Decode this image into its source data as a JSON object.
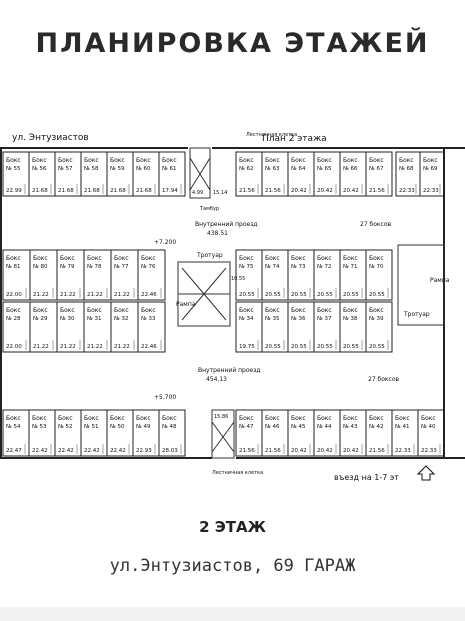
{
  "title": "ПЛАНИРОВКА ЭТАЖЕЙ",
  "street_label": "ул. Энтузиастов",
  "plan_label": "План 2 этажа",
  "stair_label": "Лестничная клетка",
  "tambur_label": "Тамбур",
  "passage_label": "Внутренний проезд",
  "passage_area_top": "438.51",
  "passage_area_bottom": "454.13",
  "boxes_27": "27 боксов",
  "level_top": "+7.200",
  "level_bottom": "+5.700",
  "sidewalk_label": "Тротуар",
  "ramp_label": "Рампа",
  "entrance_label": "въезд на 1-7 эт",
  "box_word": "Бокс",
  "misc_values": {
    "stair_top_a": "4.99",
    "stair_top_b": "15.14",
    "stair_bottom": "15.86",
    "ramp_value": "10.55"
  },
  "boxes": {
    "row1": [
      {
        "num": "№ 55",
        "area": "22.99"
      },
      {
        "num": "№ 56",
        "area": "21.68"
      },
      {
        "num": "№ 57",
        "area": "21.68"
      },
      {
        "num": "№ 58",
        "area": "21.68"
      },
      {
        "num": "№ 59",
        "area": "21.68"
      },
      {
        "num": "№ 60",
        "area": "21.68"
      },
      {
        "num": "№ 61",
        "area": "17.94"
      },
      {
        "num": "№ 62",
        "area": "21.56"
      },
      {
        "num": "№ 63",
        "area": "21.56"
      },
      {
        "num": "№ 64",
        "area": "20.42"
      },
      {
        "num": "№ 65",
        "area": "20.42"
      },
      {
        "num": "№ 66",
        "area": "20.42"
      },
      {
        "num": "№ 67",
        "area": "21.56"
      },
      {
        "num": "№ 68",
        "area": "22.33"
      },
      {
        "num": "№ 69",
        "area": "22.33"
      }
    ],
    "row2_left": [
      {
        "num": "№ 81",
        "area": "22.00"
      },
      {
        "num": "№ 80",
        "area": "21.22"
      },
      {
        "num": "№ 79",
        "area": "21.22"
      },
      {
        "num": "№ 78",
        "area": "21.22"
      },
      {
        "num": "№ 77",
        "area": "21.22"
      },
      {
        "num": "№ 76",
        "area": "22.46"
      }
    ],
    "row2_right": [
      {
        "num": "№ 75",
        "area": "20.55"
      },
      {
        "num": "№ 74",
        "area": "20.55"
      },
      {
        "num": "№ 73",
        "area": "20.55"
      },
      {
        "num": "№ 72",
        "area": "20.55"
      },
      {
        "num": "№ 71",
        "area": "20.55"
      },
      {
        "num": "№ 70",
        "area": "20.55"
      }
    ],
    "row3_left": [
      {
        "num": "№ 28",
        "area": "22.00"
      },
      {
        "num": "№ 29",
        "area": "21.22"
      },
      {
        "num": "№ 30",
        "area": "21.22"
      },
      {
        "num": "№ 31",
        "area": "21.22"
      },
      {
        "num": "№ 32",
        "area": "21.22"
      },
      {
        "num": "№ 33",
        "area": "22.46"
      }
    ],
    "row3_right": [
      {
        "num": "№ 34",
        "area": "19.75"
      },
      {
        "num": "№ 35",
        "area": "20.55"
      },
      {
        "num": "№ 36",
        "area": "20.55"
      },
      {
        "num": "№ 37",
        "area": "20.55"
      },
      {
        "num": "№ 38",
        "area": "20.55"
      },
      {
        "num": "№ 39",
        "area": "20.55"
      }
    ],
    "row4_left": [
      {
        "num": "№ 54",
        "area": "22.47"
      },
      {
        "num": "№ 53",
        "area": "22.42"
      },
      {
        "num": "№ 52",
        "area": "22.42"
      },
      {
        "num": "№ 51",
        "area": "22.42"
      },
      {
        "num": "№ 50",
        "area": "22.42"
      },
      {
        "num": "№ 49",
        "area": "22.93"
      },
      {
        "num": "№ 48",
        "area": "28.03"
      }
    ],
    "row4_right": [
      {
        "num": "№ 47",
        "area": "21.56"
      },
      {
        "num": "№ 46",
        "area": "21.56"
      },
      {
        "num": "№ 45",
        "area": "20.42"
      },
      {
        "num": "№ 44",
        "area": "20.42"
      },
      {
        "num": "№ 43",
        "area": "20.42"
      },
      {
        "num": "№ 42",
        "area": "21.56"
      },
      {
        "num": "№ 41",
        "area": "22.33"
      },
      {
        "num": "№ 40",
        "area": "22.33"
      }
    ]
  },
  "floor_label": "2 ЭТАЖ",
  "address": "ул.Энтузиастов, 69 ГАРАЖ"
}
